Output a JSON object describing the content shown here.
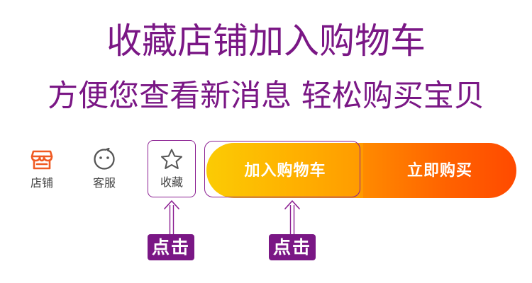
{
  "promo": {
    "line1": "收藏店铺加入购物车",
    "line2": "方便您查看新消息 轻松购买宝贝"
  },
  "bottom_bar": {
    "store": {
      "label": "店铺",
      "icon": "store-icon",
      "color": "#f05a22"
    },
    "customer_service": {
      "label": "客服",
      "icon": "chat-face-icon"
    },
    "favorite": {
      "label": "收藏",
      "icon": "star-icon"
    },
    "add_to_cart": {
      "label": "加入购物车"
    },
    "buy_now": {
      "label": "立即购买"
    }
  },
  "annotations": {
    "tap_favorite": "点击",
    "tap_cart": "点击",
    "accent_color": "#7a1785"
  }
}
